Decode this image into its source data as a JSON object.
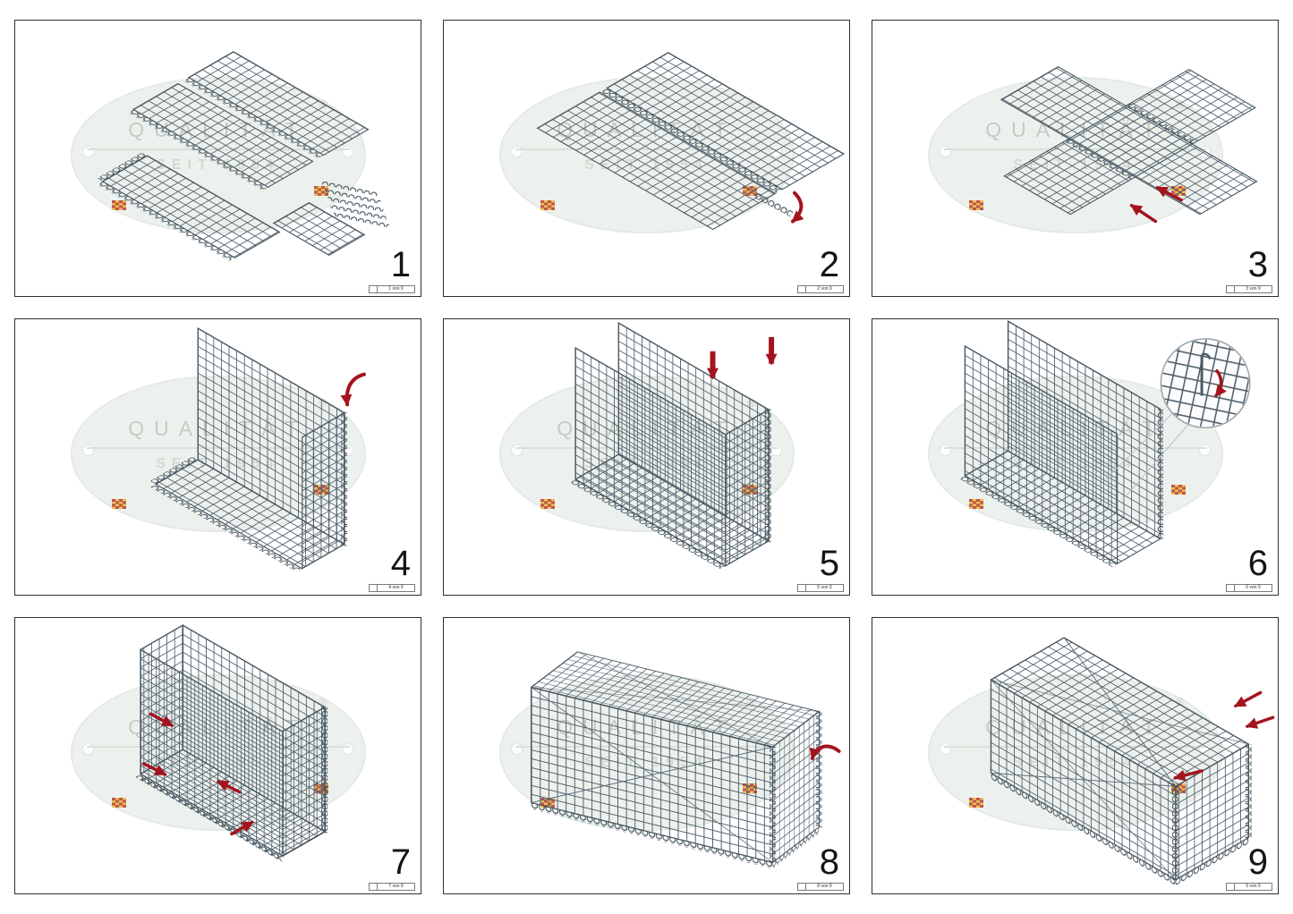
{
  "watermark": {
    "quality": "QUALITÄT",
    "since": "SEIT 1954",
    "registered": "®"
  },
  "steps": [
    {
      "number": "1",
      "sheet": "1 von 9"
    },
    {
      "number": "2",
      "sheet": "2 von 9"
    },
    {
      "number": "3",
      "sheet": "3 von 9"
    },
    {
      "number": "4",
      "sheet": "4 von 9"
    },
    {
      "number": "5",
      "sheet": "5 von 9"
    },
    {
      "number": "6",
      "sheet": "6 von 9"
    },
    {
      "number": "7",
      "sheet": "7 von 9"
    },
    {
      "number": "8",
      "sheet": "8 von 9"
    },
    {
      "number": "9",
      "sheet": "9 von 9"
    }
  ]
}
